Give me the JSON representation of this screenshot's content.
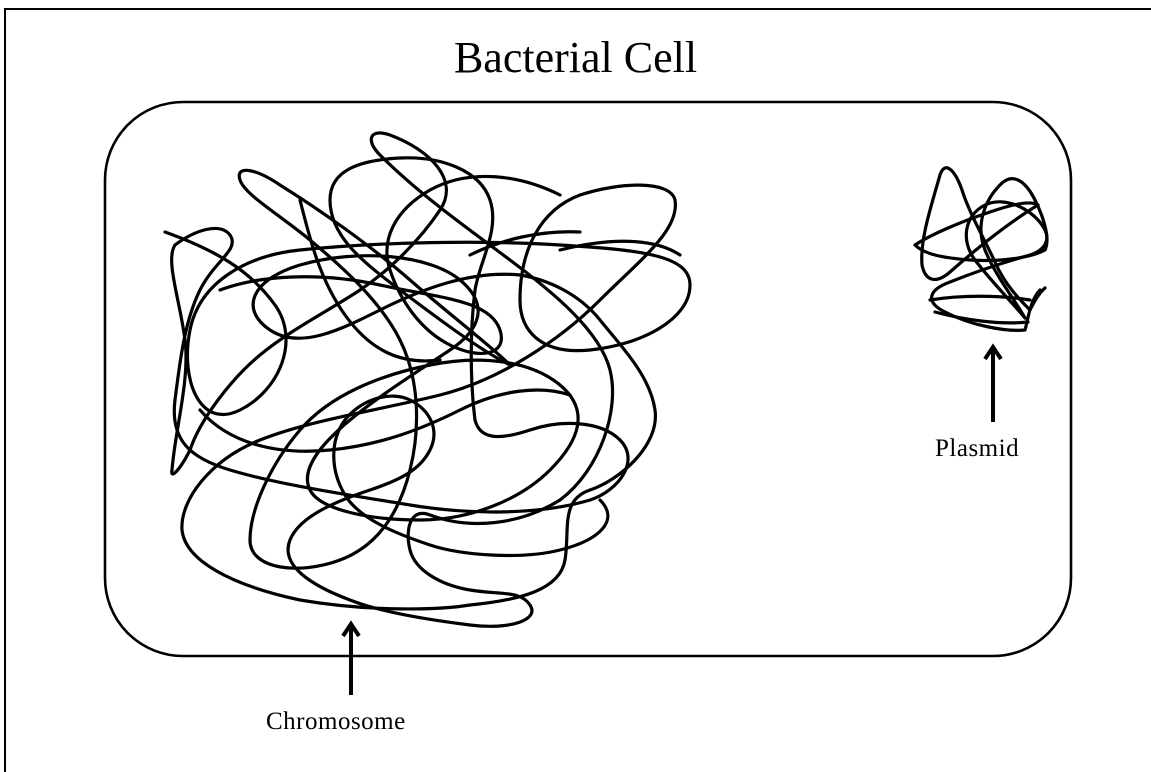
{
  "title": "Bacterial Cell",
  "labels": {
    "chromosome": "Chromosome",
    "plasmid": "Plasmid"
  },
  "colors": {
    "stroke": "#000000",
    "background": "#ffffff"
  }
}
